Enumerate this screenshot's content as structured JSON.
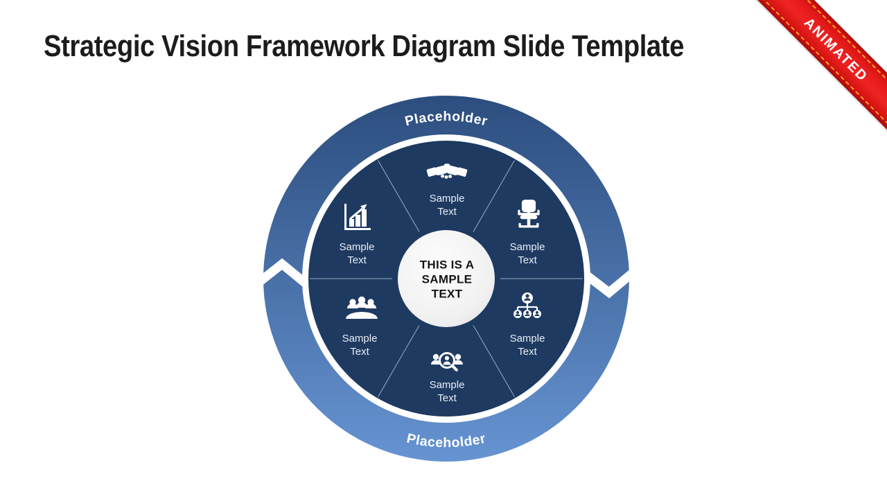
{
  "slide": {
    "title": "Strategic Vision Framework Diagram Slide Template",
    "ribbon": {
      "label": "ANIMATED",
      "ribbon_color": "#e01a1a",
      "stitch_color": "#f7a61f",
      "text_color": "#ffffff"
    },
    "diagram": {
      "ring": {
        "top_label": "Placeholder",
        "bottom_label": "Placeholder",
        "gradient_top": "#2c4d7e",
        "gradient_bottom": "#6694d2"
      },
      "inner_circle_color": "#1e3a61",
      "center": {
        "text": "THIS IS A SAMPLE TEXT",
        "circle_color": "#f2f2f2"
      },
      "segments": [
        {
          "position": "top",
          "icon": "handshake-icon",
          "label": "Sample Text"
        },
        {
          "position": "top-right",
          "icon": "office-chair-icon",
          "label": "Sample Text"
        },
        {
          "position": "bottom-right",
          "icon": "org-chart-icon",
          "label": "Sample Text"
        },
        {
          "position": "bottom",
          "icon": "people-search-icon",
          "label": "Sample Text"
        },
        {
          "position": "bottom-left",
          "icon": "meeting-group-icon",
          "label": "Sample Text"
        },
        {
          "position": "top-left",
          "icon": "growth-chart-icon",
          "label": "Sample Text"
        }
      ]
    }
  }
}
